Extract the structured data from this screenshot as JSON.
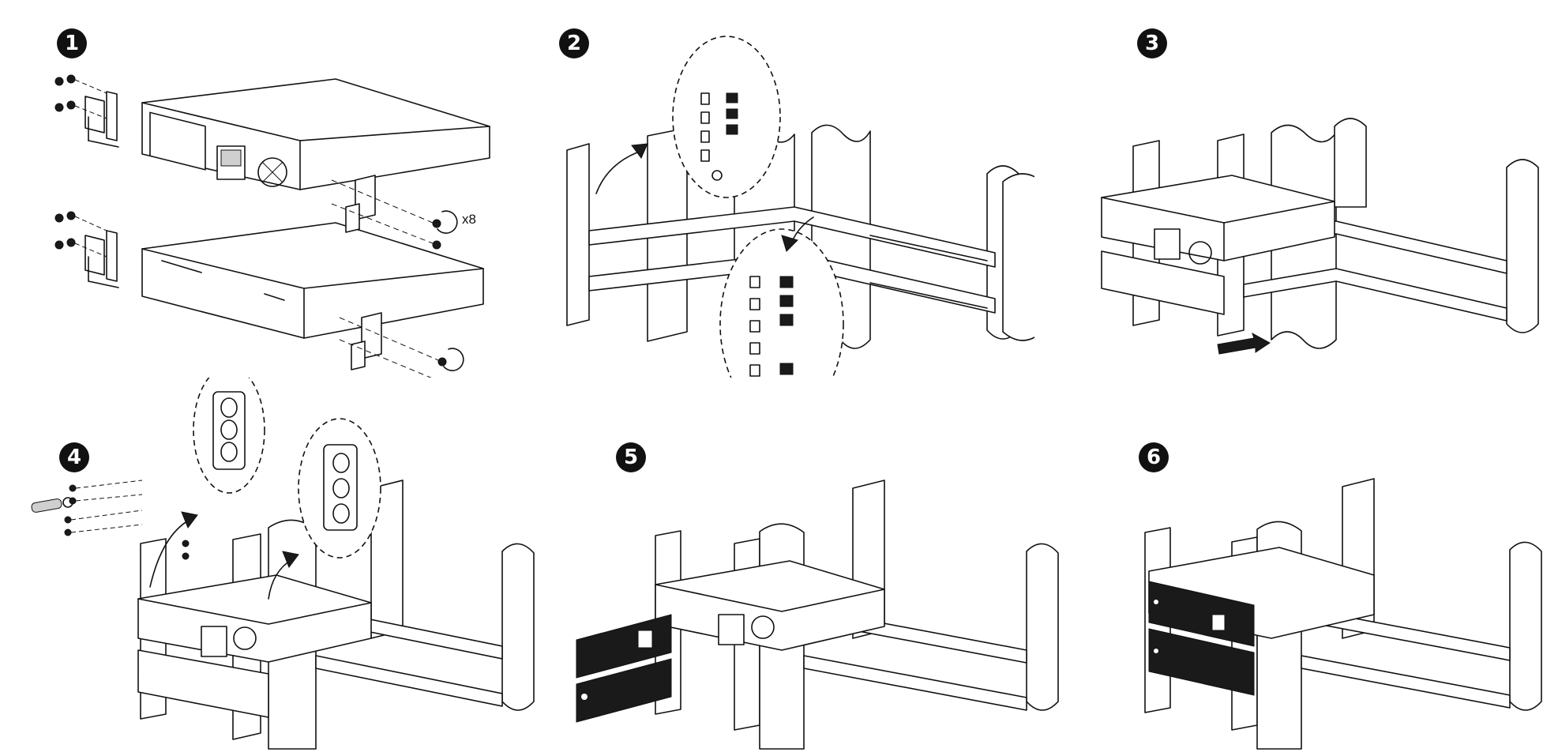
{
  "steps": [
    {
      "number": "1",
      "quantity_label": "x8"
    },
    {
      "number": "2"
    },
    {
      "number": "3"
    },
    {
      "number": "4"
    },
    {
      "number": "5"
    },
    {
      "number": "6"
    }
  ],
  "colors": {
    "line": "#111111",
    "background": "#ffffff",
    "badge": "#111111",
    "bezel": "#1a1a1a"
  }
}
